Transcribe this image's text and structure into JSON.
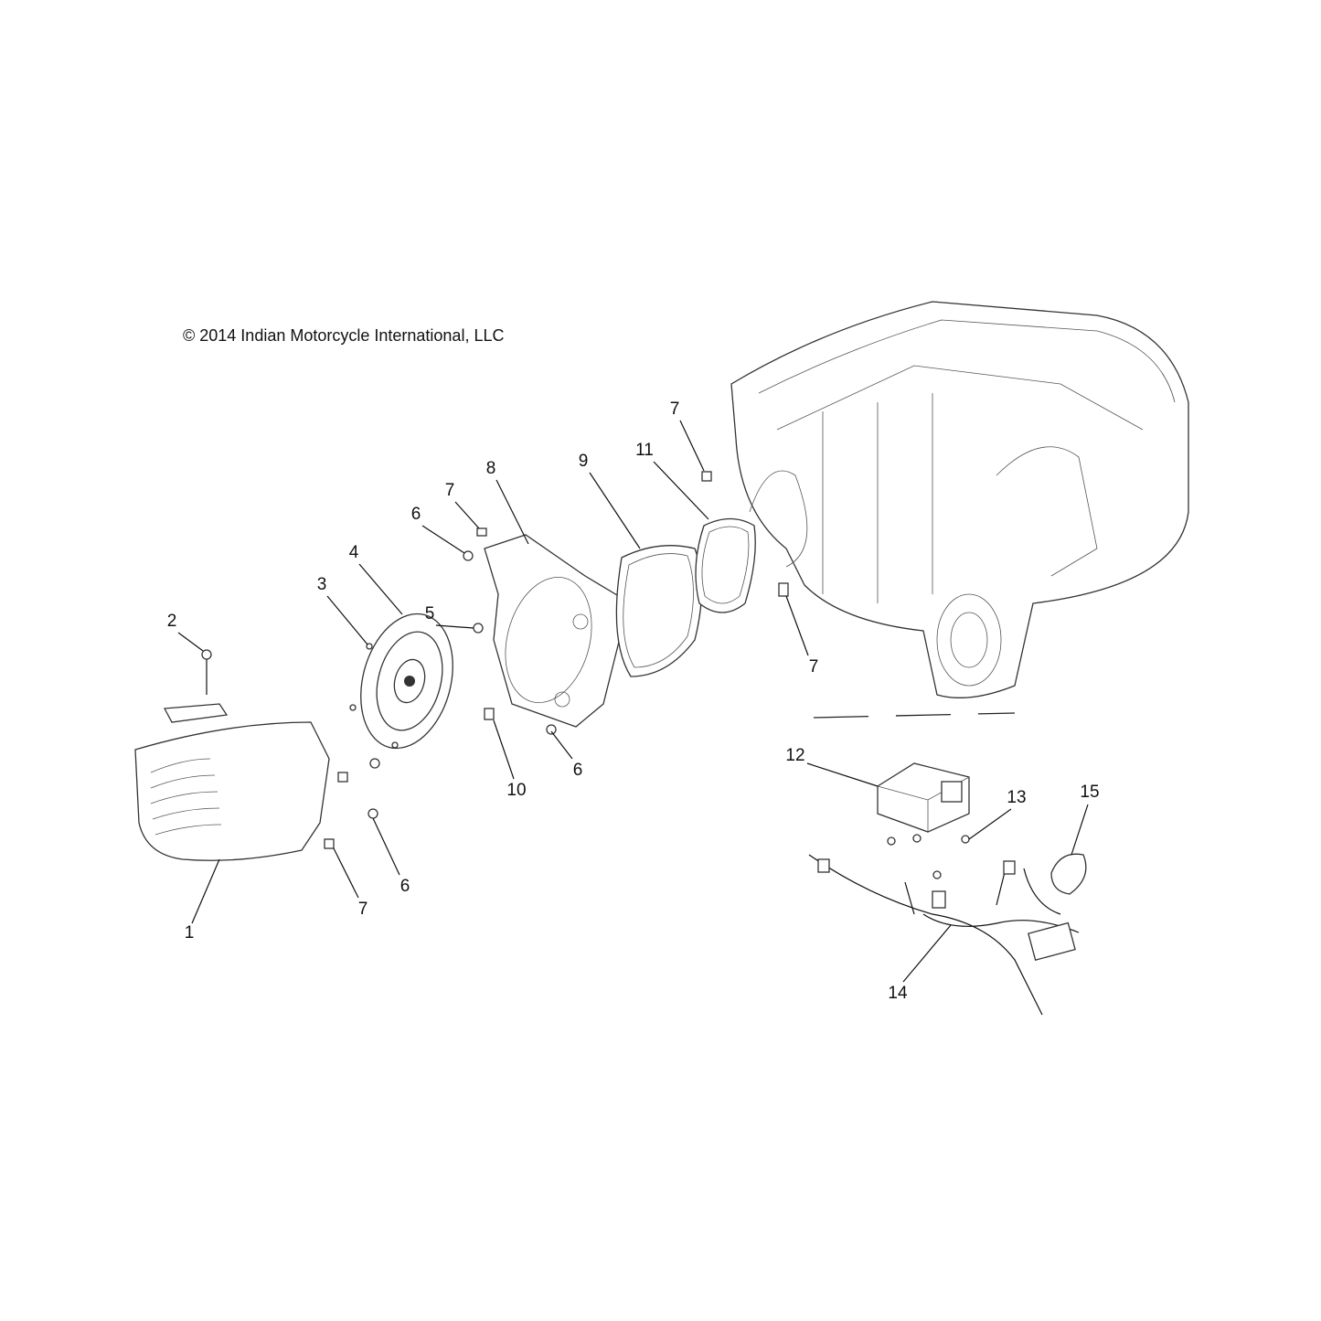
{
  "copyright": "© 2014 Indian Motorcycle International, LLC",
  "callouts": {
    "c1": "1",
    "c2": "2",
    "c3": "3",
    "c4": "4",
    "c5": "5",
    "c6a": "6",
    "c6b": "6",
    "c6c": "6",
    "c7a": "7",
    "c7b": "7",
    "c7c": "7",
    "c7d": "7",
    "c8": "8",
    "c9": "9",
    "c10": "10",
    "c11": "11",
    "c12": "12",
    "c13": "13",
    "c14": "14",
    "c15": "15"
  }
}
